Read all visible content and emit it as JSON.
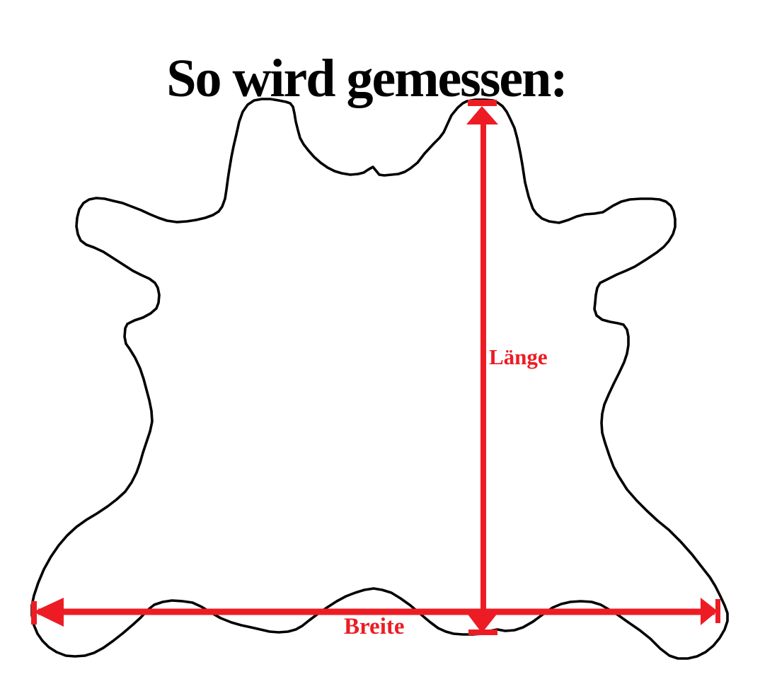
{
  "title": "So wird gemessen:",
  "diagram": {
    "length_label": "Länge",
    "width_label": "Breite",
    "colors": {
      "arrow": "#ed1c24",
      "outline": "#000000",
      "background": "#ffffff"
    }
  }
}
